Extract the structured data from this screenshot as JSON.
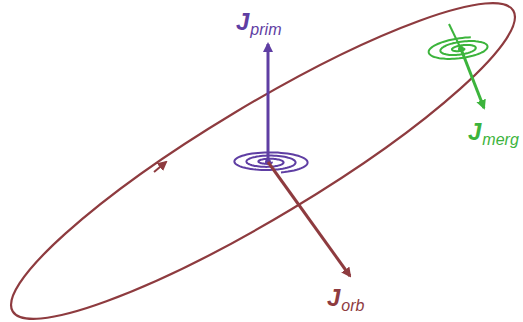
{
  "diagram": {
    "labels": [
      "J",
      "prim",
      "J",
      "orb",
      "J",
      "merg"
    ]
  }
}
